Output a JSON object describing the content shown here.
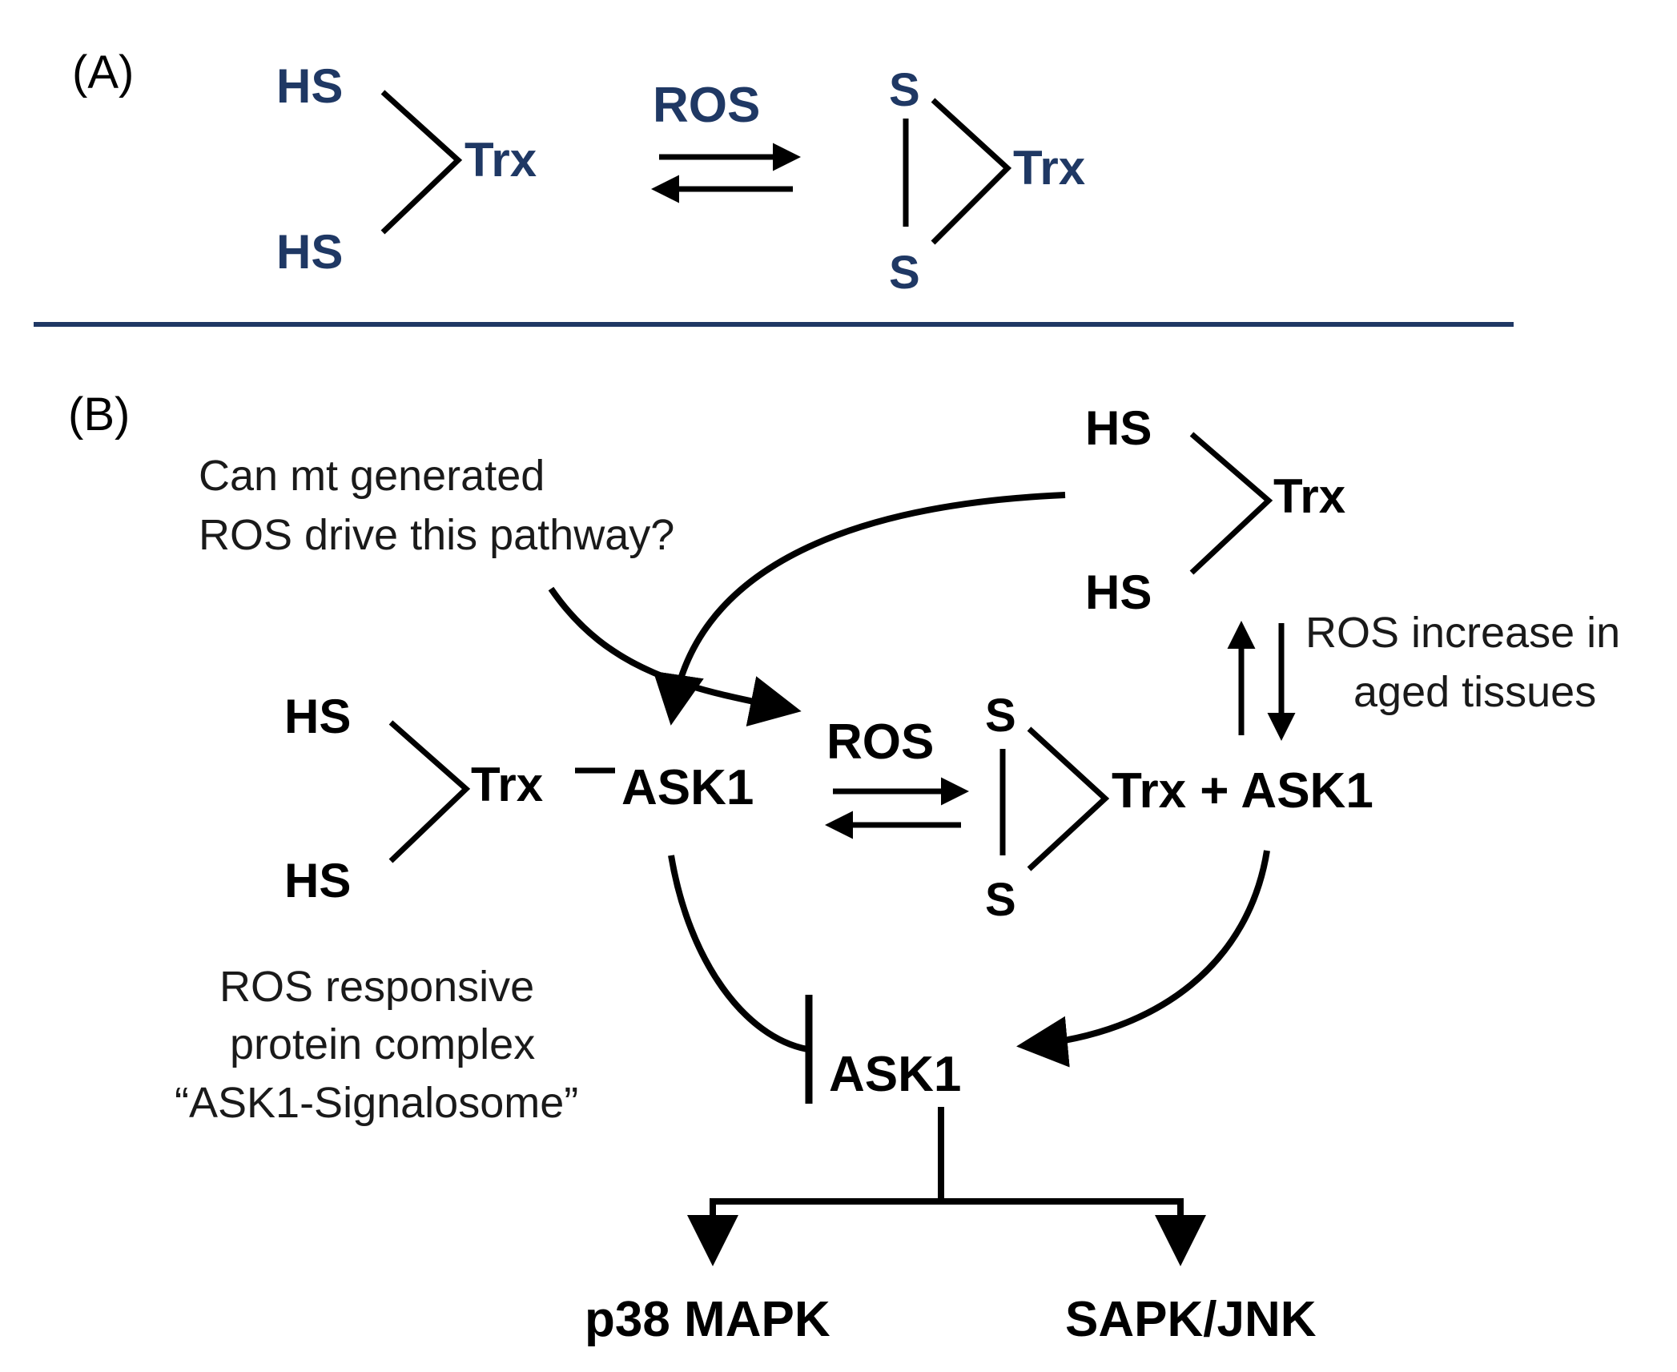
{
  "panel_a": {
    "label": "(A)",
    "reduced": {
      "top": "HS",
      "bottom": "HS",
      "protein": "Trx"
    },
    "arrow_label": "ROS",
    "oxidized": {
      "top": "S",
      "bottom": "S",
      "protein": "Trx"
    },
    "text_color": "#1f3864"
  },
  "divider_color": "#1f3864",
  "panel_b": {
    "label": "(B)",
    "question": [
      "Can mt generated",
      "ROS drive this pathway?"
    ],
    "top_right": {
      "top": "HS",
      "bottom": "HS",
      "protein": "Trx"
    },
    "ros_note": [
      "ROS increase in",
      "aged tissues"
    ],
    "complex": {
      "top": "HS",
      "bottom": "HS",
      "protein": "Trx",
      "dash": "—",
      "partner": "ASK1"
    },
    "arrow_label": "ROS",
    "oxidized": {
      "top": "S",
      "bottom": "S",
      "protein_plus": "Trx + ASK1"
    },
    "signalosome_note": [
      "ROS responsive",
      "protein complex",
      "“ASK1-Signalosome”"
    ],
    "active_kinase": "ASK1",
    "outputs": [
      "p38 MAPK",
      "SAPK/JNK"
    ]
  }
}
